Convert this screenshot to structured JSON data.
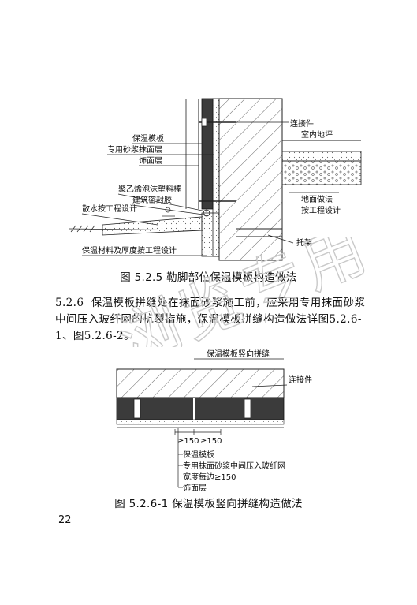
{
  "figure1": {
    "caption": "图 5.2.5 勒脚部位保温模板构造做法",
    "labels": {
      "insulation_board": "保温模板",
      "plaster_layer": "专用砂浆抹面层",
      "finish_layer": "饰面层",
      "pe_foam_rod": "聚乙烯泡沫塑料棒",
      "sealant": "建筑密封胶",
      "apron": "散水按工程设计",
      "material_thickness": "保温材料及厚度按工程设计",
      "connector": "连接件",
      "indoor_floor": "室内地坪",
      "floor_finish": "地面做法",
      "per_design": "按工程设计",
      "bracket": "托架"
    }
  },
  "paragraph": {
    "number": "5.2.6",
    "text": "保温模板拼缝处在抹面砂浆施工前，应采用专用抹面砂浆中间压入玻纤网的抗裂措施，保温模板拼缝构造做法详图5.2.6-1、图5.2.6-2。"
  },
  "figure2": {
    "caption": "图 5.2.6-1 保温模板竖向拼缝构造做法",
    "labels": {
      "vertical_joint": "保温模板竖向拼缝",
      "connector": "连接件",
      "dim_left": "≥150",
      "dim_right": "≥150",
      "insulation_board": "保温模板",
      "mesh_mortar": "专用抹面砂浆中间压入玻纤网",
      "width_each_side": "宽度每边≥150",
      "finish_layer": "饰面层"
    }
  },
  "page_number": "22",
  "watermark": "浏览专用"
}
